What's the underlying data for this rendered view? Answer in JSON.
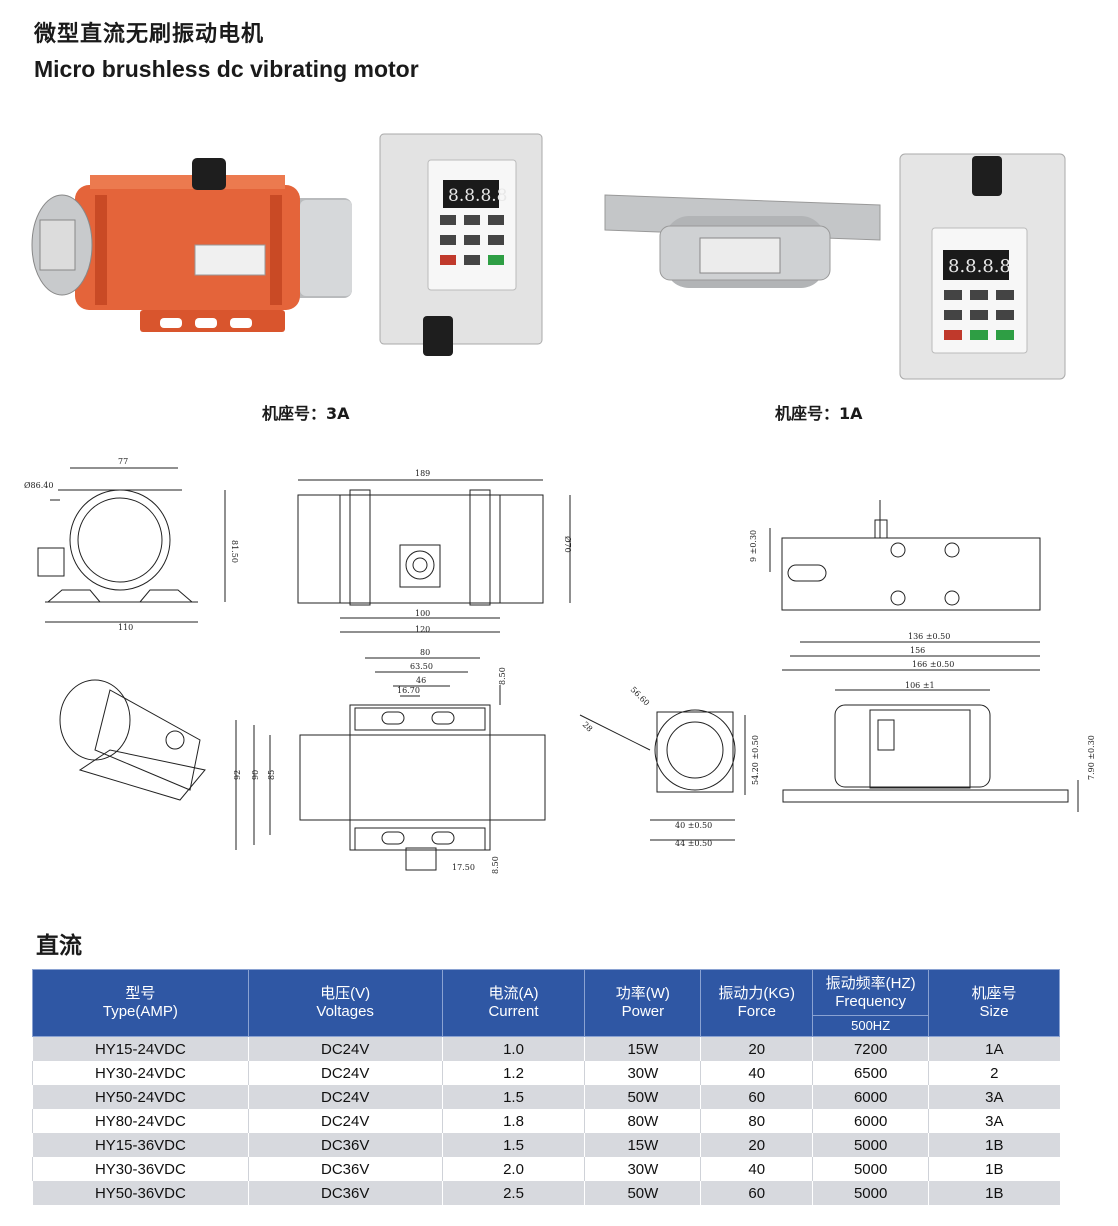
{
  "header": {
    "title_cn": "微型直流无刷振动电机",
    "title_en": "Micro brushless dc vibrating motor"
  },
  "photos": {
    "caption_left": "机座号：3A",
    "caption_right": "机座号：1A",
    "controller_display": "8.8.8.8"
  },
  "drawing_labels": {
    "d77": "77",
    "d86": "Ø86.40",
    "d81": "81.50",
    "d110": "110",
    "d189": "189",
    "d70": "Ø70",
    "d100": "100",
    "d120": "120",
    "d80": "80",
    "d63": "63.50",
    "d46": "46",
    "d16": "16.70",
    "d8a": "8.50",
    "d92": "92",
    "d90": "90",
    "d85": "85",
    "d17": "17.50",
    "d8b": "8.50",
    "d56": "56.60",
    "d28": "28",
    "d54": "54.20 ±0.50",
    "d40": "40 ±0.50",
    "d44": "44 ±0.50",
    "d9": "9 ±0.30",
    "d136": "136 ±0.50",
    "d156": "156",
    "d166": "166 ±0.50",
    "d106": "106 ±1",
    "d7": "7.90 ±0.30"
  },
  "table": {
    "section_title": "直流",
    "headers": {
      "type_cn": "型号",
      "type_en": "Type(AMP)",
      "voltage_cn": "电压(V)",
      "voltage_en": "Voltages",
      "current_cn": "电流(A)",
      "current_en": "Current",
      "power_cn": "功率(W)",
      "power_en": "Power",
      "force_cn": "振动力(KG)",
      "force_en": "Force",
      "freq_cn": "振动频率(HZ)",
      "freq_en": "Frequency",
      "freq_sub": "500HZ",
      "size_cn": "机座号",
      "size_en": "Size"
    },
    "rows": [
      {
        "type": "HY15-24VDC",
        "voltage": "DC24V",
        "current": "1.0",
        "power": "15W",
        "force": "20",
        "freq": "7200",
        "size": "1A"
      },
      {
        "type": "HY30-24VDC",
        "voltage": "DC24V",
        "current": "1.2",
        "power": "30W",
        "force": "40",
        "freq": "6500",
        "size": "2"
      },
      {
        "type": "HY50-24VDC",
        "voltage": "DC24V",
        "current": "1.5",
        "power": "50W",
        "force": "60",
        "freq": "6000",
        "size": "3A"
      },
      {
        "type": "HY80-24VDC",
        "voltage": "DC24V",
        "current": "1.8",
        "power": "80W",
        "force": "80",
        "freq": "6000",
        "size": "3A"
      },
      {
        "type": "HY15-36VDC",
        "voltage": "DC36V",
        "current": "1.5",
        "power": "15W",
        "force": "20",
        "freq": "5000",
        "size": "1B"
      },
      {
        "type": "HY30-36VDC",
        "voltage": "DC36V",
        "current": "2.0",
        "power": "30W",
        "force": "40",
        "freq": "5000",
        "size": "1B"
      },
      {
        "type": "HY50-36VDC",
        "voltage": "DC36V",
        "current": "2.5",
        "power": "50W",
        "force": "60",
        "freq": "5000",
        "size": "1B"
      }
    ]
  },
  "colors": {
    "header_blue": "#2f57a4",
    "row_gray": "#d7d9de",
    "motor_orange": "#e4643a",
    "controller_body": "#e3e3e3"
  }
}
